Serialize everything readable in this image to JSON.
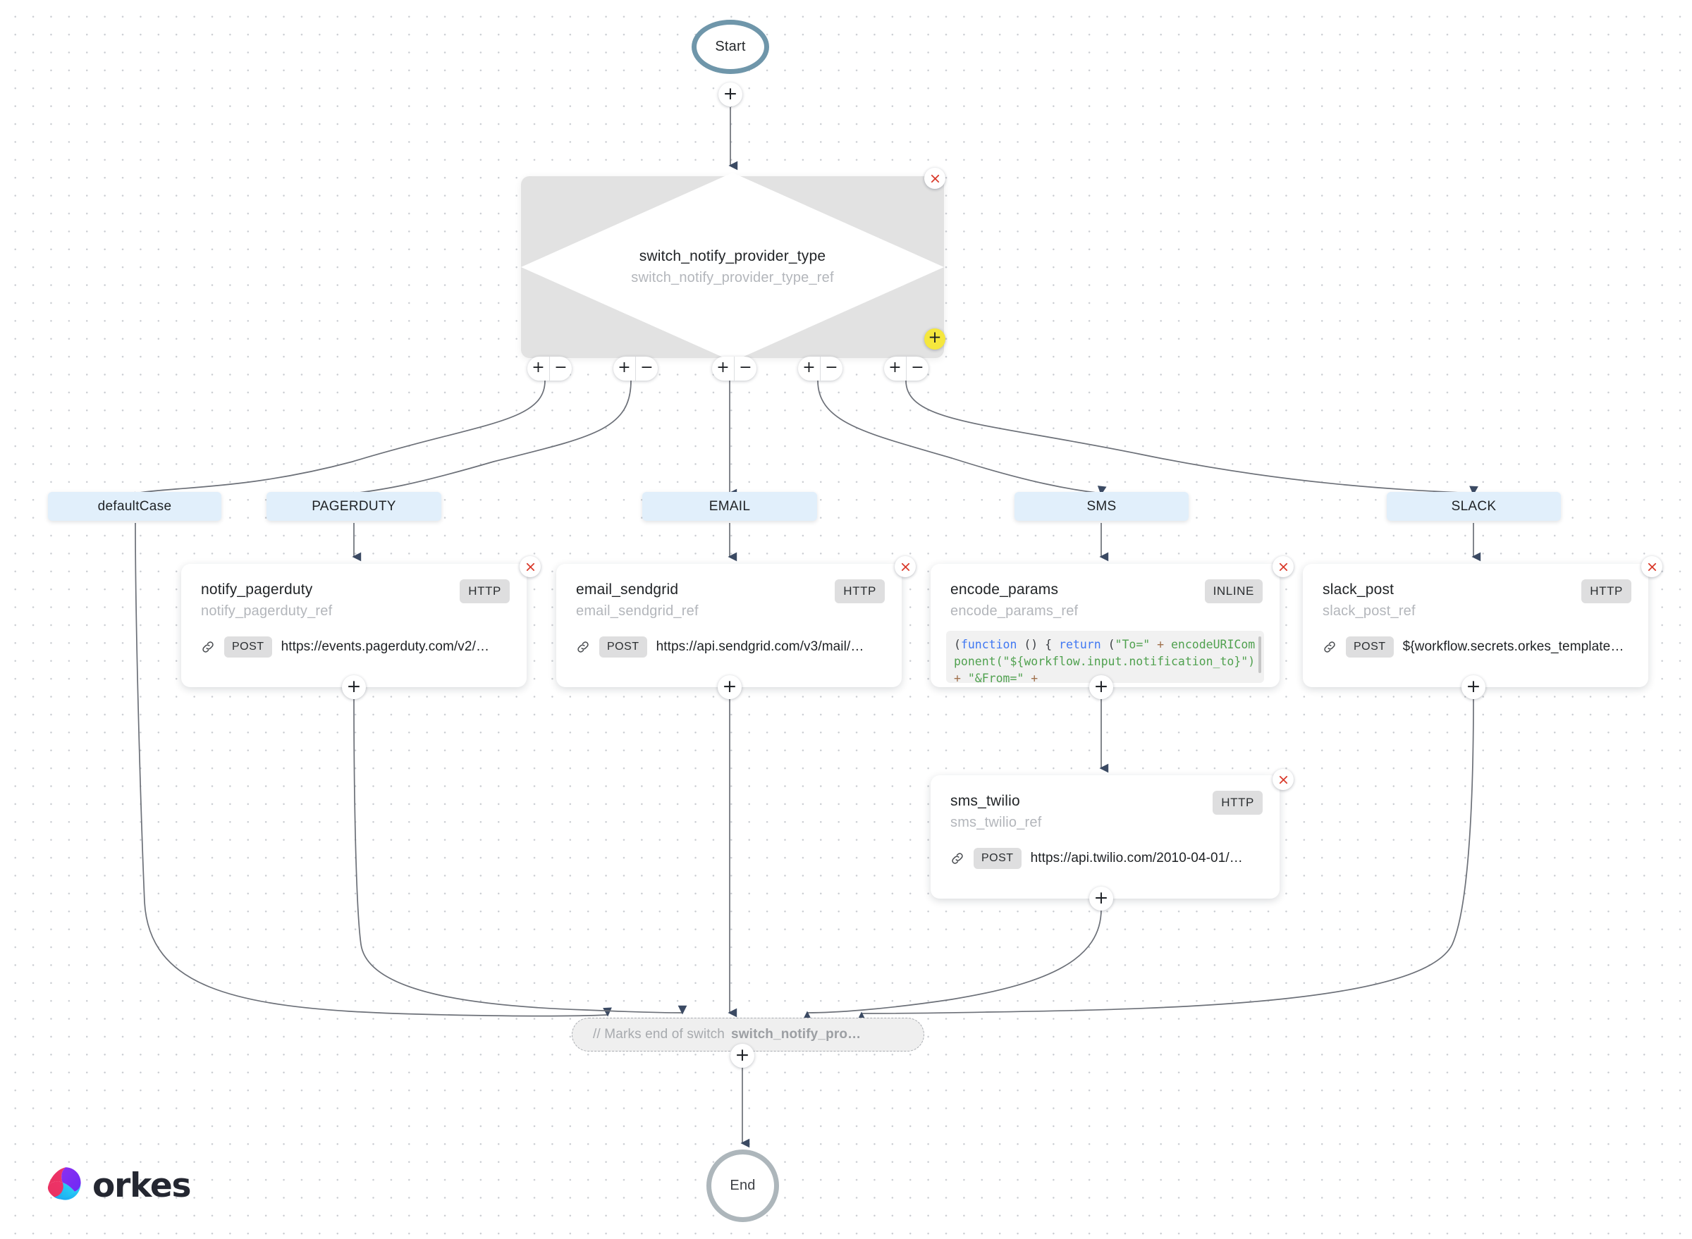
{
  "canvas": {
    "start_label": "Start",
    "end_label": "End"
  },
  "switch_node": {
    "title": "switch_notify_provider_type",
    "ref": "switch_notify_provider_type_ref",
    "close_icon": "close-icon",
    "add_case_icon": "add-case-icon"
  },
  "branch_controls": [
    {
      "add": "+",
      "remove": "−"
    },
    {
      "add": "+",
      "remove": "−"
    },
    {
      "add": "+",
      "remove": "−"
    },
    {
      "add": "+",
      "remove": "−"
    },
    {
      "add": "+",
      "remove": "−"
    }
  ],
  "case_labels": [
    {
      "label": "defaultCase"
    },
    {
      "label": "PAGERDUTY"
    },
    {
      "label": "EMAIL"
    },
    {
      "label": "SMS"
    },
    {
      "label": "SLACK"
    }
  ],
  "tasks": [
    {
      "title": "notify_pagerduty",
      "ref": "notify_pagerduty_ref",
      "badge": "HTTP",
      "method": "POST",
      "url": "https://events.pagerduty.com/v2/…"
    },
    {
      "title": "email_sendgrid",
      "ref": "email_sendgrid_ref",
      "badge": "HTTP",
      "method": "POST",
      "url": "https://api.sendgrid.com/v3/mail/…"
    },
    {
      "title": "encode_params",
      "ref": "encode_params_ref",
      "badge": "INLINE",
      "code": "(function () { return (\"To=\" + encodeURIComponent(\"${workflow.input.notification_to}\") + \"&From=\" + "
    },
    {
      "title": "slack_post",
      "ref": "slack_post_ref",
      "badge": "HTTP",
      "method": "POST",
      "url": "${workflow.secrets.orkes_template…"
    },
    {
      "title": "sms_twilio",
      "ref": "sms_twilio_ref",
      "badge": "HTTP",
      "method": "POST",
      "url": "https://api.twilio.com/2010-04-01/…"
    }
  ],
  "switch_end": {
    "comment": "// Marks end of switch",
    "name": "switch_notify_pro…"
  },
  "branding": {
    "wordmark": "orkes"
  },
  "colors": {
    "start_ring": "#6f96aa",
    "end_ring": "#adb6bb",
    "case_pill": "#e1effb",
    "switch_group": "#e2e2e2",
    "accent_yellow": "#f5e73d",
    "close_red": "#d93a2b",
    "edge": "#5b5f66",
    "code_keyword": "#4078f2",
    "code_string": "#50a14f",
    "code_operator": "#a0704c"
  }
}
